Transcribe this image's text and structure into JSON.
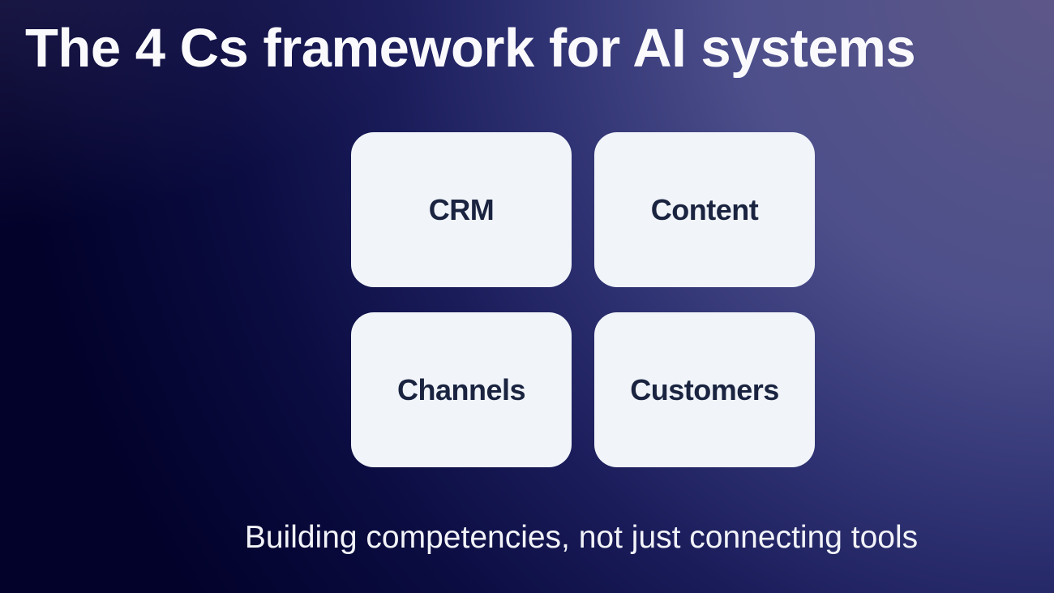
{
  "slide": {
    "title": "The 4 Cs framework for AI systems",
    "caption": "Building competencies, not just connecting tools",
    "cards": [
      {
        "label": "CRM"
      },
      {
        "label": "Content"
      },
      {
        "label": "Channels"
      },
      {
        "label": "Customers"
      }
    ],
    "colors": {
      "glow-color": "#5e5887",
      "bg-dark": "#02022b",
      "title-color": "#fafafd",
      "card-bg": "#f1f5fa",
      "card-text": "#1a2440",
      "caption-color": "#f2f3f8"
    }
  }
}
